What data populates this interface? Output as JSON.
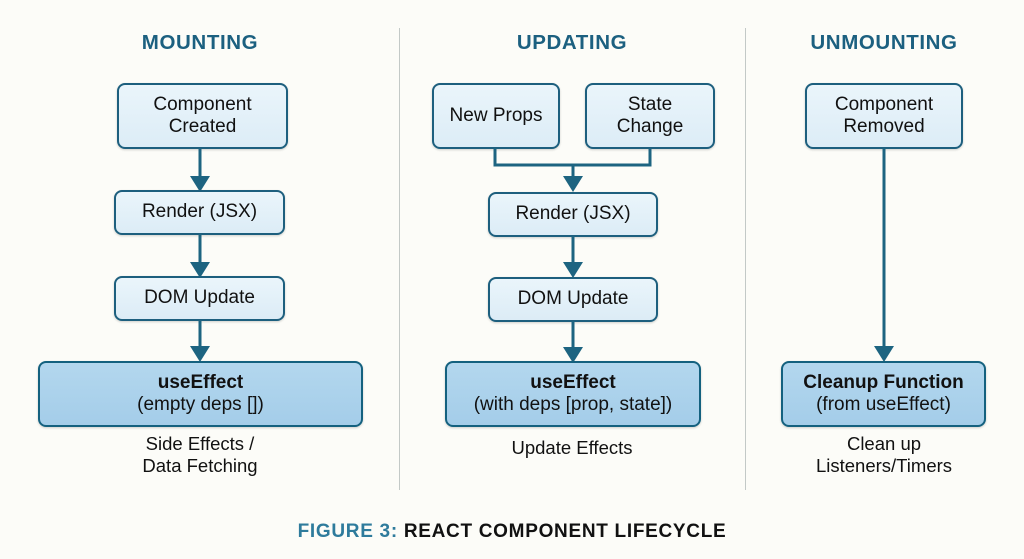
{
  "figure": {
    "number_label": "FIGURE 3:",
    "title": "REACT COMPONENT LIFECYCLE"
  },
  "theme": {
    "background": "#fcfcf8",
    "heading_color": "#1c6080",
    "box_border": "#1d5f7e",
    "box_fill": "#dfeef7",
    "box_fill_emphasis": "#abd2ec",
    "connector_color": "#1d6481",
    "divider_color": "#c3c9c7",
    "text_color": "#111111"
  },
  "columns": [
    {
      "id": "mounting",
      "heading": "MOUNTING",
      "nodes": [
        {
          "id": "component-created",
          "line1": "Component",
          "line2": "Created",
          "emphasis": false
        },
        {
          "id": "render-jsx",
          "line1": "Render (JSX)",
          "line2": "",
          "emphasis": false
        },
        {
          "id": "dom-update",
          "line1": "DOM Update",
          "line2": "",
          "emphasis": false
        },
        {
          "id": "use-effect",
          "line1": "useEffect",
          "line2": "(empty deps [])",
          "emphasis": true
        }
      ],
      "caption_line1": "Side Effects /",
      "caption_line2": "Data Fetching"
    },
    {
      "id": "updating",
      "heading": "UPDATING",
      "nodes": [
        {
          "id": "new-props",
          "line1": "New Props",
          "line2": "",
          "emphasis": false
        },
        {
          "id": "state-change",
          "line1": "State",
          "line2": "Change",
          "emphasis": false
        },
        {
          "id": "render-jsx",
          "line1": "Render (JSX)",
          "line2": "",
          "emphasis": false
        },
        {
          "id": "dom-update",
          "line1": "DOM Update",
          "line2": "",
          "emphasis": false
        },
        {
          "id": "use-effect",
          "line1": "useEffect",
          "line2": "(with deps [prop, state])",
          "emphasis": true
        }
      ],
      "caption_line1": "Update Effects",
      "caption_line2": ""
    },
    {
      "id": "unmounting",
      "heading": "UNMOUNTING",
      "nodes": [
        {
          "id": "component-removed",
          "line1": "Component",
          "line2": "Removed",
          "emphasis": false
        },
        {
          "id": "cleanup-function",
          "line1": "Cleanup Function",
          "line2": "(from useEffect)",
          "emphasis": true
        }
      ],
      "caption_line1": "Clean up",
      "caption_line2": "Listeners/Timers"
    }
  ]
}
